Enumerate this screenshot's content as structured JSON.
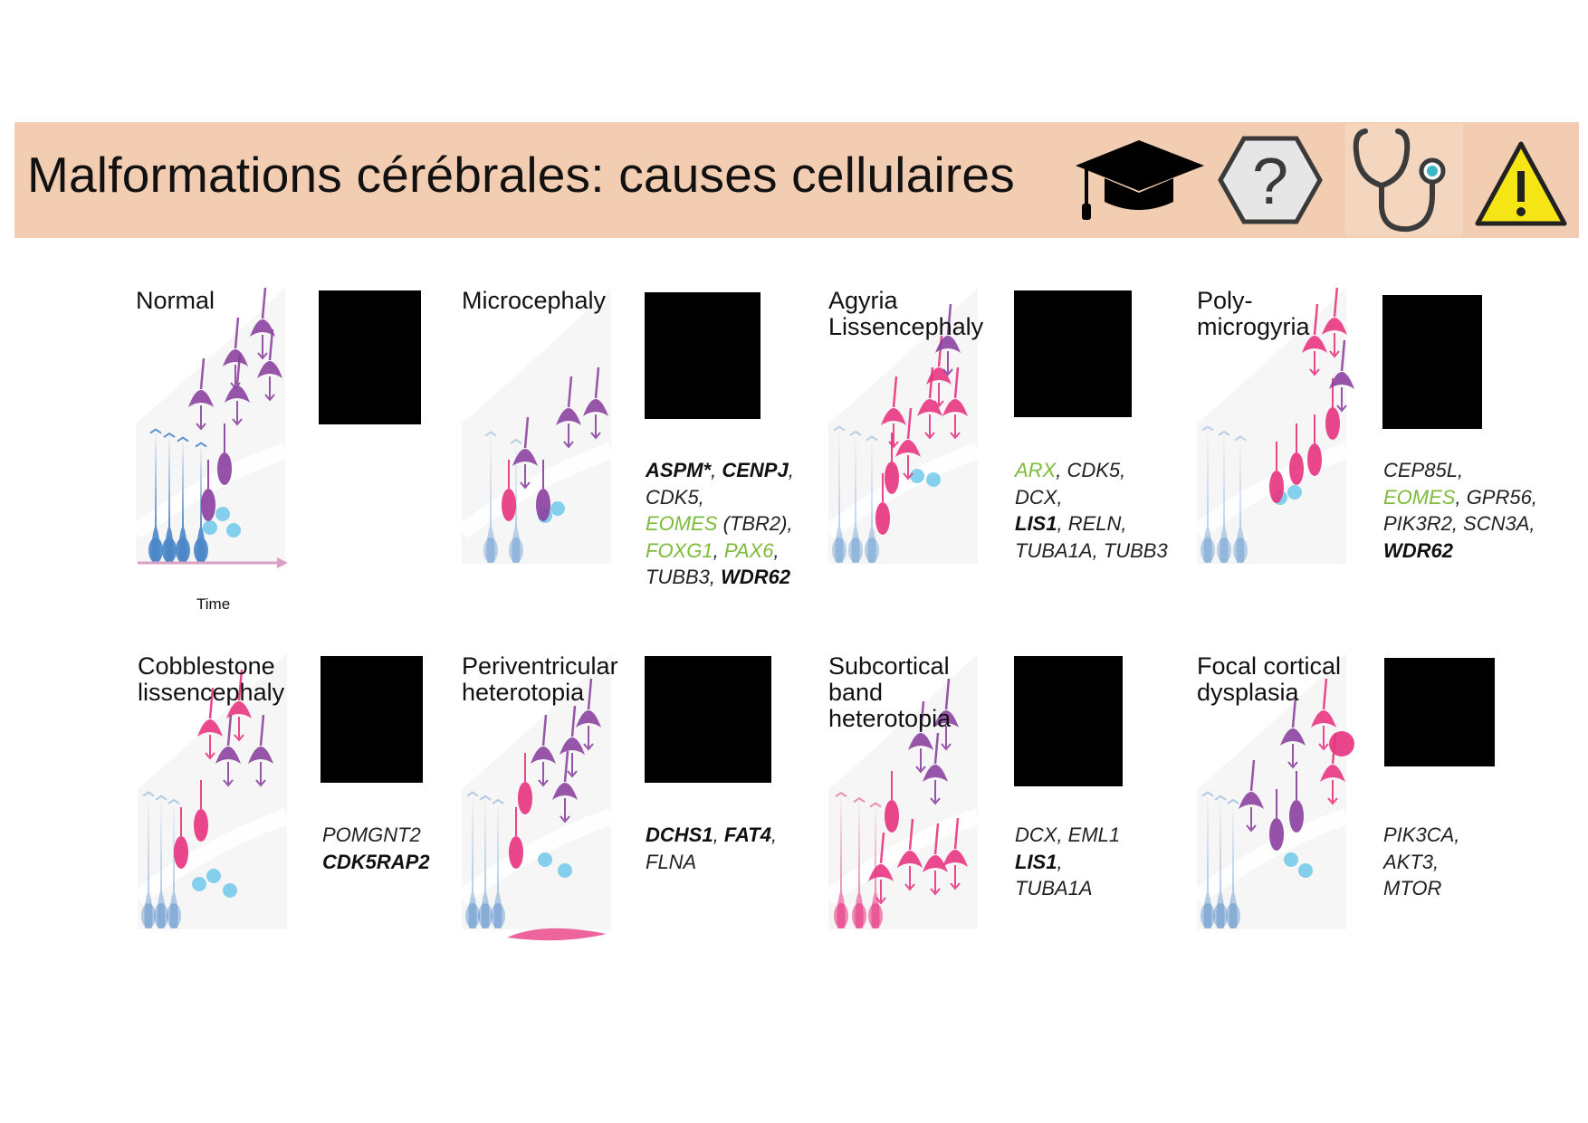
{
  "header": {
    "title": "Malformations cérébrales: causes cellulaires",
    "icons": [
      "graduation-cap-icon",
      "question-hexagon-icon",
      "stethoscope-icon",
      "warning-triangle-icon"
    ]
  },
  "colors": {
    "banner": "#f2cdb1",
    "highlight_gene": "#7dbb3a",
    "neuron_purple": "#8a3f9e",
    "neuron_pink": "#e8327e",
    "progenitor_blue": "#4a86c8",
    "progenitor_cyan": "#5ec3e8"
  },
  "time_label": "Time",
  "panels": [
    {
      "title": "Normal",
      "genes": []
    },
    {
      "title": "Microcephaly",
      "genes": [
        [
          {
            "t": "ASPM*",
            "s": "b"
          },
          {
            "t": ", ",
            "s": "n"
          },
          {
            "t": "CENPJ",
            "s": "b"
          },
          {
            "t": ",",
            "s": "n"
          }
        ],
        [
          {
            "t": "CDK5,",
            "s": "n"
          }
        ],
        [
          {
            "t": "EOMES",
            "s": "gr"
          },
          {
            "t": " (TBR2),",
            "s": "n"
          }
        ],
        [
          {
            "t": "FOXG1",
            "s": "gr"
          },
          {
            "t": ", ",
            "s": "n"
          },
          {
            "t": "PAX6",
            "s": "gr"
          },
          {
            "t": ",",
            "s": "n"
          }
        ],
        [
          {
            "t": "TUBB3, ",
            "s": "n"
          },
          {
            "t": "WDR62",
            "s": "b"
          }
        ]
      ]
    },
    {
      "title": "Agyria\nLissencephaly",
      "genes": [
        [
          {
            "t": "ARX",
            "s": "gr"
          },
          {
            "t": ", CDK5,",
            "s": "n"
          }
        ],
        [
          {
            "t": "DCX,",
            "s": "n"
          }
        ],
        [
          {
            "t": "LIS1",
            "s": "b"
          },
          {
            "t": ", RELN,",
            "s": "n"
          }
        ],
        [
          {
            "t": "TUBA1A, TUBB3",
            "s": "n"
          }
        ]
      ]
    },
    {
      "title": "Poly-\nmicrogyria",
      "genes": [
        [
          {
            "t": "CEP85L,",
            "s": "n"
          }
        ],
        [
          {
            "t": "EOMES",
            "s": "gr"
          },
          {
            "t": ", GPR56,",
            "s": "n"
          }
        ],
        [
          {
            "t": "PIK3R2, SCN3A,",
            "s": "n"
          }
        ],
        [
          {
            "t": "WDR62",
            "s": "b"
          }
        ]
      ]
    },
    {
      "title": "Cobblestone\nlissencephaly",
      "genes": [
        [
          {
            "t": "POMGNT2",
            "s": "n"
          }
        ],
        [
          {
            "t": "CDK5RAP2",
            "s": "b"
          }
        ]
      ]
    },
    {
      "title": "Periventricular\nheterotopia",
      "genes": [
        [
          {
            "t": "DCHS1",
            "s": "b"
          },
          {
            "t": ", ",
            "s": "n"
          },
          {
            "t": "FAT4",
            "s": "b"
          },
          {
            "t": ",",
            "s": "n"
          }
        ],
        [
          {
            "t": "FLNA",
            "s": "n"
          }
        ]
      ]
    },
    {
      "title": "Subcortical\nband\nheterotopia",
      "genes": [
        [
          {
            "t": "DCX, EML1",
            "s": "n"
          }
        ],
        [
          {
            "t": "LIS1",
            "s": "b"
          },
          {
            "t": ",",
            "s": "n"
          }
        ],
        [
          {
            "t": "TUBA1A",
            "s": "n"
          }
        ]
      ]
    },
    {
      "title": "Focal cortical\ndysplasia",
      "genes": [
        [
          {
            "t": "PIK3CA,",
            "s": "n"
          }
        ],
        [
          {
            "t": "AKT3,",
            "s": "n"
          }
        ],
        [
          {
            "t": "MTOR",
            "s": "n"
          }
        ]
      ]
    }
  ]
}
